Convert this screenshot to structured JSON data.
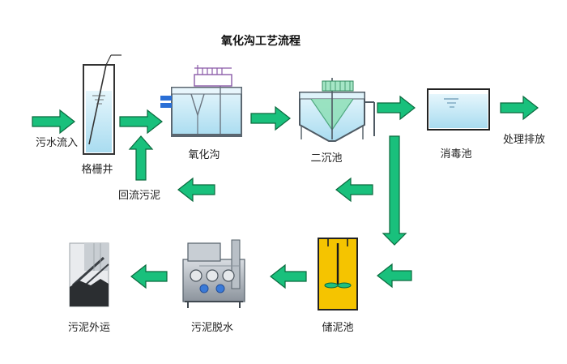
{
  "title": "氧化沟工艺流程",
  "labels": {
    "inflow": "污水流入",
    "screen_well": "格栅井",
    "oxidation_ditch": "氧化沟",
    "secondary_clarifier": "二沉池",
    "disinfection_tank": "消毒池",
    "discharge": "处理排放",
    "return_sludge": "回流污泥",
    "sludge_storage": "储泥池",
    "dewatering": "污泥脱水",
    "sludge_haul": "污泥外运"
  },
  "colors": {
    "arrow_fill": "#19c07c",
    "arrow_stroke": "#0a6a3e",
    "water": "#bfe6f5",
    "sludge_tank": "#f5c400"
  }
}
